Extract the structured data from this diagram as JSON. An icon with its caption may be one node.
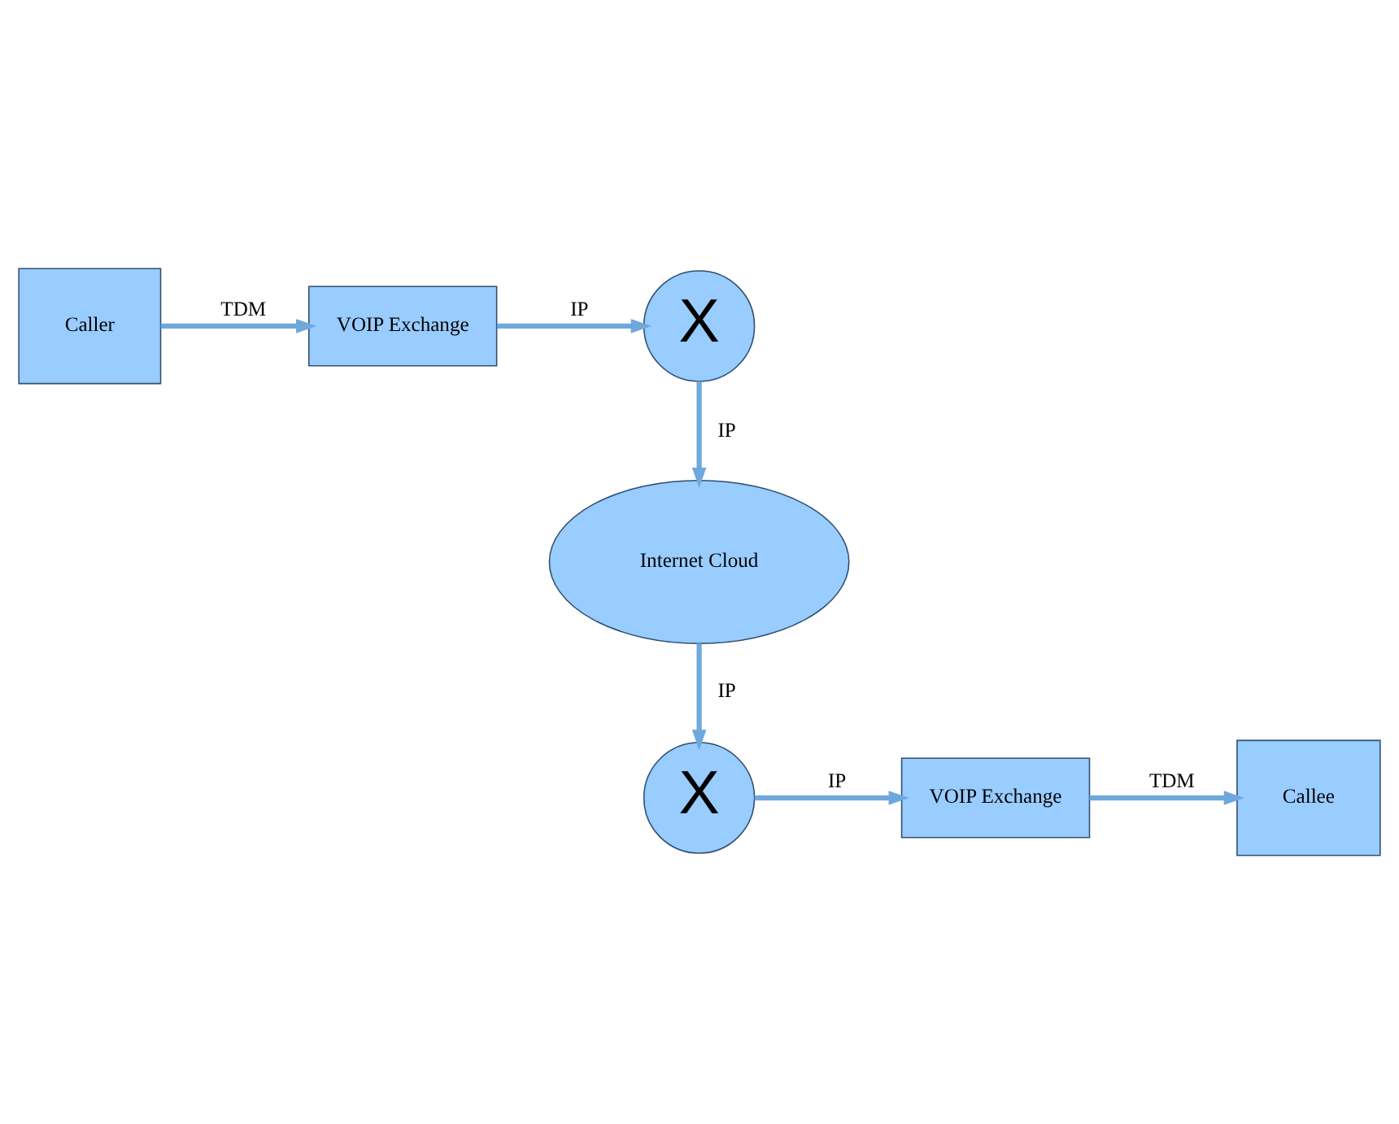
{
  "diagram": {
    "nodes": [
      {
        "text": [
          "Caller"
        ]
      },
      {
        "text": [
          "VOIP Exchange"
        ]
      },
      {
        "text": [
          "X"
        ]
      },
      {
        "text": [
          "Internet Cloud"
        ]
      },
      {
        "text": [
          "X"
        ]
      },
      {
        "text": [
          "VOIP Exchange"
        ]
      },
      {
        "text": [
          "Callee"
        ]
      }
    ],
    "edges": [
      {
        "from": 0,
        "to": 1,
        "arrow": "to",
        "label": "TDM"
      },
      {
        "from": 1,
        "to": 2,
        "arrow": "to",
        "label": "IP"
      },
      {
        "from": 2,
        "to": 3,
        "arrow": "to",
        "label": "IP"
      },
      {
        "from": 3,
        "to": 4,
        "arrow": "to",
        "label": "IP"
      },
      {
        "from": 4,
        "to": 5,
        "arrow": "to",
        "label": "IP"
      },
      {
        "from": 5,
        "to": 6,
        "arrow": "to",
        "label": "TDM"
      }
    ]
  }
}
